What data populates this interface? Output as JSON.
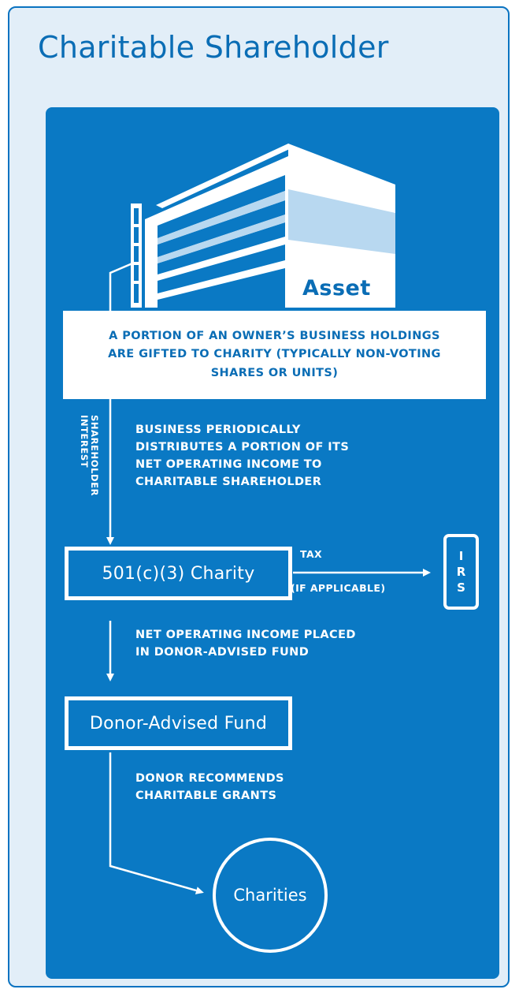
{
  "title": "Charitable Shareholder",
  "asset_label": "Asset",
  "gift_text": "A PORTION OF AN OWNER’S BUSINESS HOLDINGS ARE GIFTED TO CHARITY (TYPICALLY NON-VOTING SHARES OR UNITS)",
  "shareholder_interest_line1": "SHAREHOLDER",
  "shareholder_interest_line2": "INTEREST",
  "distribution_note": [
    "BUSINESS PERIODICALLY",
    "DISTRIBUTES A PORTION OF ITS",
    "NET OPERATING INCOME TO",
    "CHARITABLE SHAREHOLDER"
  ],
  "charity_box": "501(c)(3) Charity",
  "tax_label": "TAX",
  "tax_sublabel": "(IF APPLICABLE)",
  "irs_letters": [
    "I",
    "R",
    "S"
  ],
  "placement_note": [
    "NET OPERATING INCOME PLACED",
    "IN DONOR-ADVISED FUND"
  ],
  "daf_box": "Donor-Advised Fund",
  "grants_note": [
    "DONOR RECOMMENDS",
    "CHARITABLE GRANTS"
  ],
  "charities_circle": "Charities",
  "colors": {
    "card_bg": "#e2eef8",
    "panel_bg": "#0a79c4",
    "accent": "#0a6db5",
    "building_band": "#b8d8f0"
  },
  "icons": [
    "building-icon"
  ]
}
